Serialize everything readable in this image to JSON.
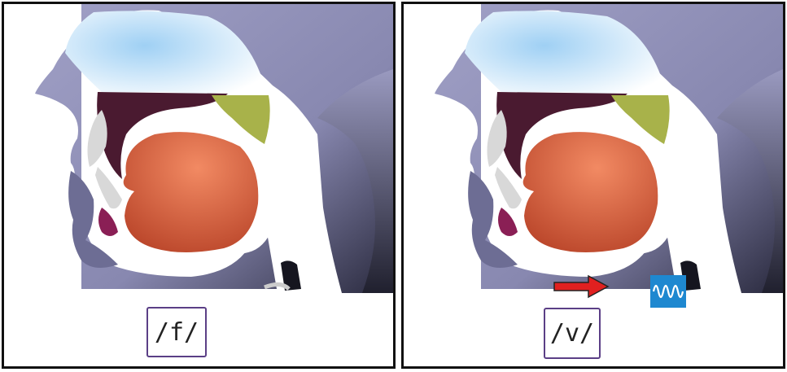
{
  "panels": [
    {
      "id": "left",
      "phoneme": "/f/",
      "voicing_shown": false,
      "airflow_arrow_shown": false
    },
    {
      "id": "right",
      "phoneme": "/v/",
      "voicing_shown": true,
      "airflow_arrow_shown": true
    }
  ],
  "colors": {
    "face": "#8f8fb5",
    "face_dark": "#3a3a52",
    "nasal_cavity": "#cfe6f8",
    "tongue": "#e0704f",
    "velum": "#a8b24a",
    "palate": "#4a1a30",
    "teeth": "#d8d8d8",
    "lip_inner": "#8a1f55",
    "arrow": "#e02020",
    "voicing_icon": "#1e88d0",
    "label_border": "#5b3f86"
  },
  "icons": [
    "airflow-arrow-icon",
    "voicing-wave-icon"
  ]
}
